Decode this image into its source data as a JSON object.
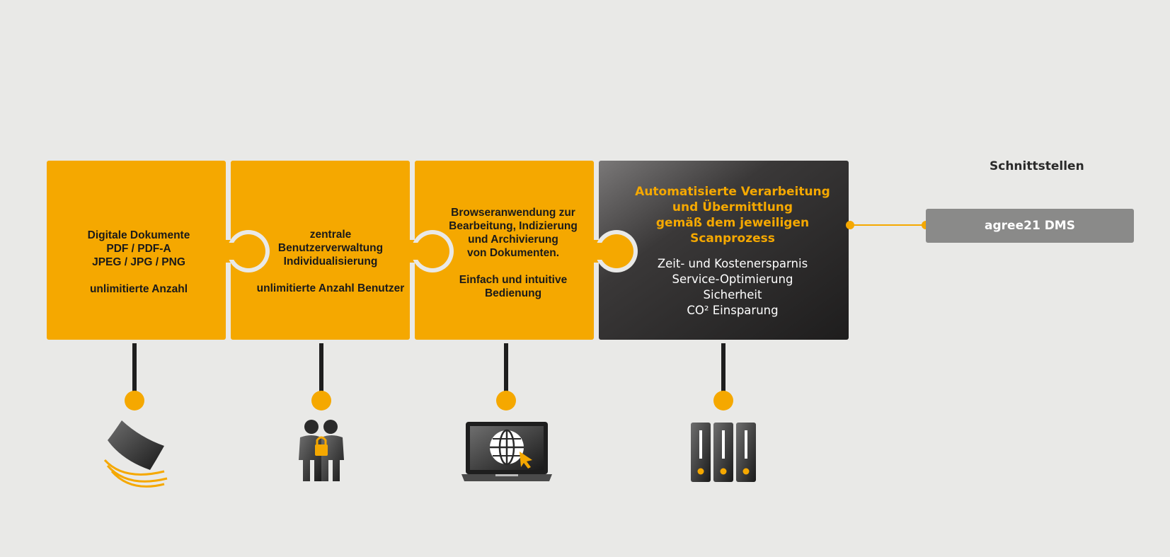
{
  "colors": {
    "background": "#e9e9e7",
    "accent": "#f5a800",
    "dark_piece": "#2a2828",
    "connector_dark": "#1e1e1e",
    "dms_box": "#8a8a89"
  },
  "pieces": [
    {
      "text": "Digitale Dokumente\nPDF / PDF-A\nJPEG / JPG / PNG\n\nunlimitierte Anzahl",
      "icon": "scanned-documents-icon"
    },
    {
      "text": "zentrale\nBenutzerverwaltung\nIndividualisierung\n\nunlimitierte Anzahl Benutzer",
      "icon": "users-lock-icon"
    },
    {
      "text": "Browseranwendung zur\nBearbeitung, Indizierung\nund Archivierung\nvon Dokumenten.\n\nEinfach und intuitive\nBedienung",
      "icon": "laptop-globe-icon"
    },
    {
      "title": "Automatisierte Verarbeitung\nund Übermittlung\ngemäß dem jeweiligen\nScanprozess",
      "body": "Zeit- und Kostenersparnis\nService-Optimierung\nSicherheit\nCO² Einsparung",
      "icon": "server-rack-icon"
    }
  ],
  "interfaces": {
    "heading": "Schnittstellen",
    "box_label": "agree21 DMS"
  }
}
